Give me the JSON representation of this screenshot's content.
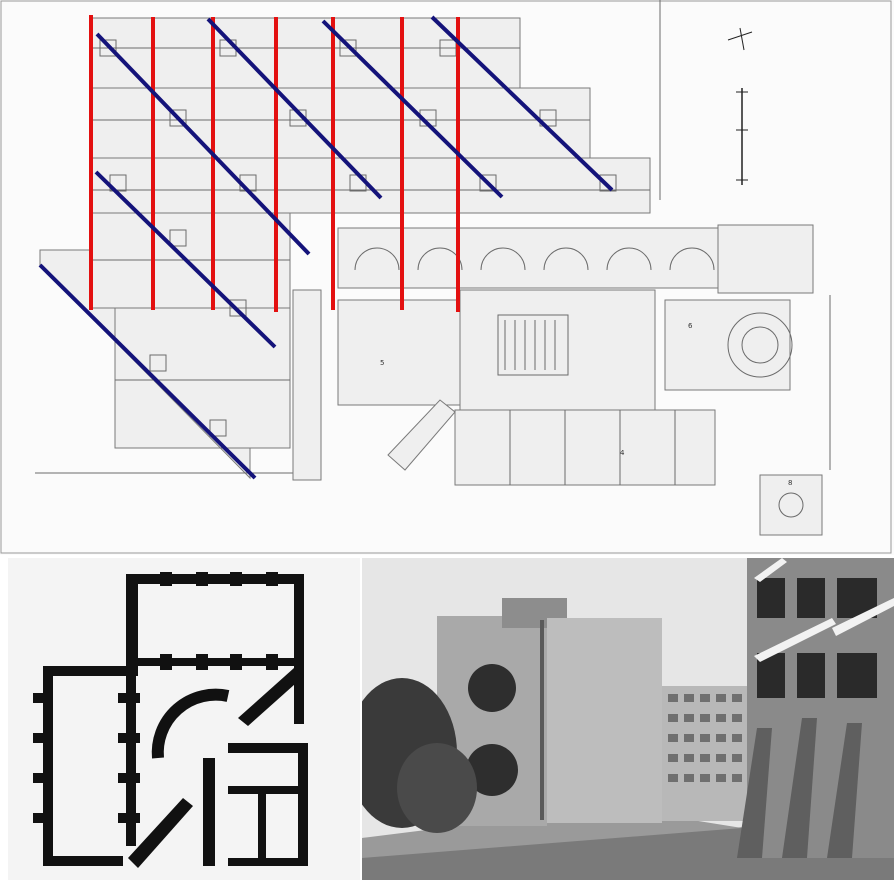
{
  "site_plan": {
    "room_numbers": [
      "5",
      "4",
      "6",
      "8"
    ],
    "red_axes_color": "#e31010",
    "blue_diagonals_color": "#14137a",
    "north_arrow": "north-arrow-icon",
    "scale_bar": "scale-bar-icon"
  },
  "unit_plan": {
    "wall_color": "#111111"
  },
  "photo": {
    "description_icon": "building-photo-icon"
  }
}
